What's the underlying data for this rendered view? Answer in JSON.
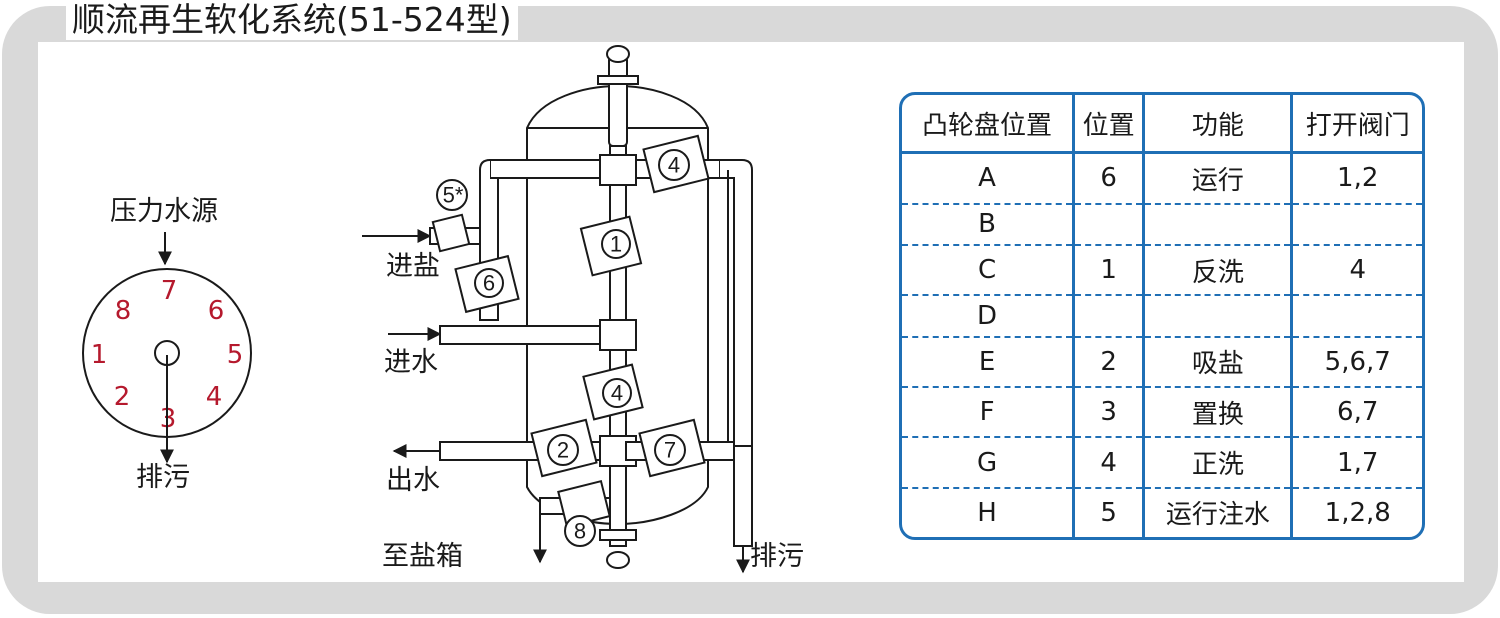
{
  "title": "顺流再生软化系统(51-524型)",
  "dial": {
    "source_label": "压力水源",
    "drain_label": "排污",
    "positions": [
      "1",
      "2",
      "3",
      "4",
      "5",
      "6",
      "7",
      "8"
    ]
  },
  "diagram": {
    "labels": {
      "brine_in": "进盐",
      "water_in": "进水",
      "water_out": "出水",
      "to_brine_tank": "至盐箱",
      "drain": "排污"
    },
    "valve_numbers": [
      "1",
      "2",
      "4",
      "4",
      "5*",
      "6",
      "7",
      "8"
    ]
  },
  "table": {
    "headers": [
      "凸轮盘位置",
      "位置",
      "功能",
      "打开阀门"
    ],
    "rows": [
      [
        "A",
        "6",
        "运行",
        "1,2"
      ],
      [
        "B",
        "",
        "",
        ""
      ],
      [
        "C",
        "1",
        "反洗",
        "4"
      ],
      [
        "D",
        "",
        "",
        ""
      ],
      [
        "E",
        "2",
        "吸盐",
        "5,6,7"
      ],
      [
        "F",
        "3",
        "置换",
        "6,7"
      ],
      [
        "G",
        "4",
        "正洗",
        "1,7"
      ],
      [
        "H",
        "5",
        "运行注水",
        "1,2,8"
      ]
    ]
  },
  "colors": {
    "dial_numbers": "#b5192d",
    "table_border": "#1f6fb5",
    "frame": "#d9d9d9"
  },
  "icons": {
    "flow_arrow": "arrow-right-icon",
    "valve": "valve-icon"
  }
}
